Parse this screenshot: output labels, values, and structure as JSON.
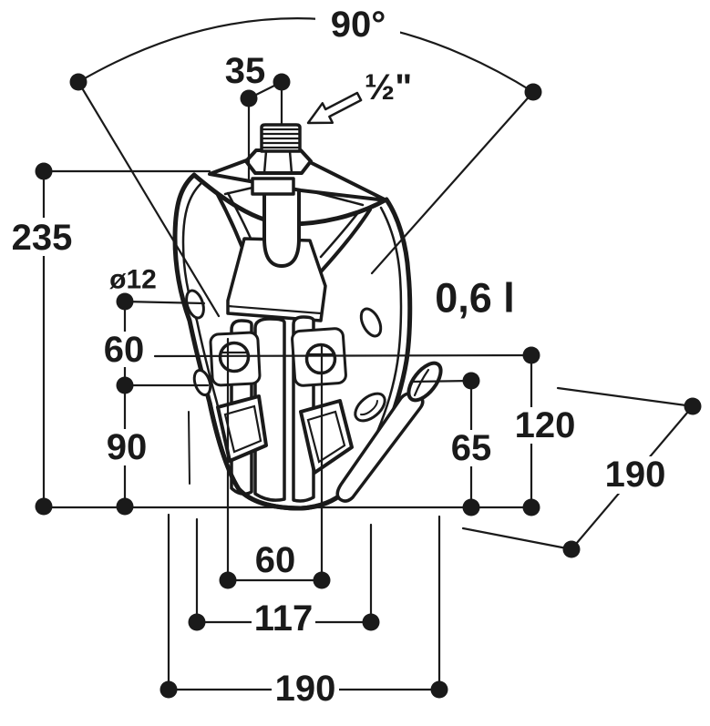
{
  "colors": {
    "ink": "#1a1a1a",
    "paper": "#ffffff"
  },
  "labels": {
    "swing_angle": "90°",
    "top_width": "35",
    "thread_size": "½\"",
    "overall_height": "235",
    "hole_diameter": "ø12",
    "hole_offset": "60",
    "hole_to_base": "90",
    "capacity": "0,6 l",
    "height_120": "120",
    "height_65": "65",
    "depth": "190",
    "drain_spacing": "60",
    "slot_spacing": "117",
    "base_width": "190"
  }
}
